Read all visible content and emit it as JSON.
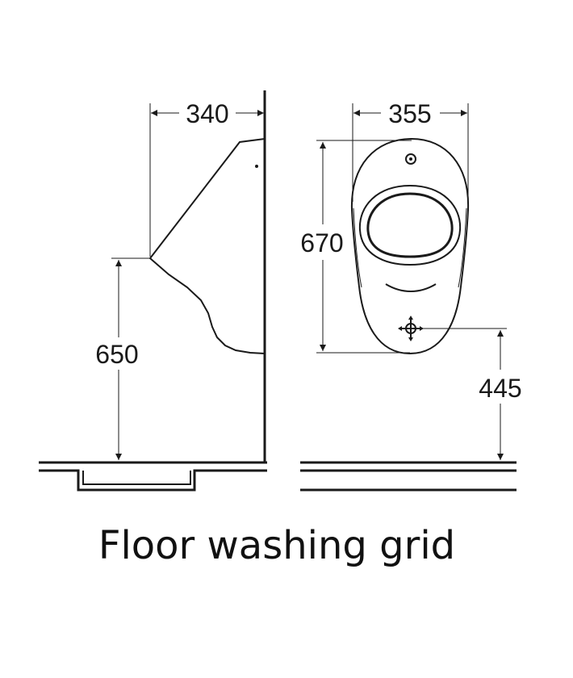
{
  "dimensions": {
    "side_depth": "340",
    "front_width": "355",
    "front_height": "670",
    "side_rim_height": "650",
    "outlet_height": "445"
  },
  "caption": "Floor washing grid"
}
